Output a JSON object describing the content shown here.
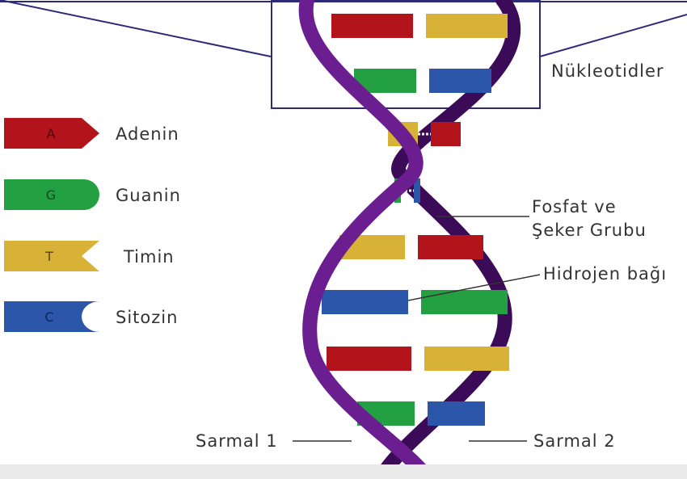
{
  "callouts": {
    "nucleotides": "Nükleotidler",
    "phosphate_sugar_line1": "Fosfat ve",
    "phosphate_sugar_line2": "Şeker Grubu",
    "hydrogen_bond": "Hidrojen bağı",
    "strand1": "Sarmal 1",
    "strand2": "Sarmal 2"
  },
  "legend": [
    {
      "letter": "A",
      "name": "Adenin",
      "color": "#b3141c",
      "shape": "arrow"
    },
    {
      "letter": "G",
      "name": "Guanin",
      "color": "#23a142",
      "shape": "round"
    },
    {
      "letter": "T",
      "name": "Timin",
      "color": "#d7b236",
      "shape": "notch"
    },
    {
      "letter": "C",
      "name": "Sitozin",
      "color": "#2b56a9",
      "shape": "concave"
    }
  ],
  "pairs": [
    {
      "left": "A",
      "right": "T"
    },
    {
      "left": "G",
      "right": "C"
    },
    {
      "left": "T",
      "right": "A"
    },
    {
      "left": "G",
      "right": "C"
    },
    {
      "left": "T",
      "right": "A"
    },
    {
      "left": "C",
      "right": "G"
    },
    {
      "left": "A",
      "right": "T"
    },
    {
      "left": "G",
      "right": "C"
    }
  ],
  "colors": {
    "backbone": "#6a1e8f",
    "backbone_dark": "#3c0b57",
    "callout_box": "#2e2a7a",
    "adenine": "#b3141c",
    "guanine": "#23a142",
    "thymine": "#d7b236",
    "cytosine": "#2b56a9"
  }
}
